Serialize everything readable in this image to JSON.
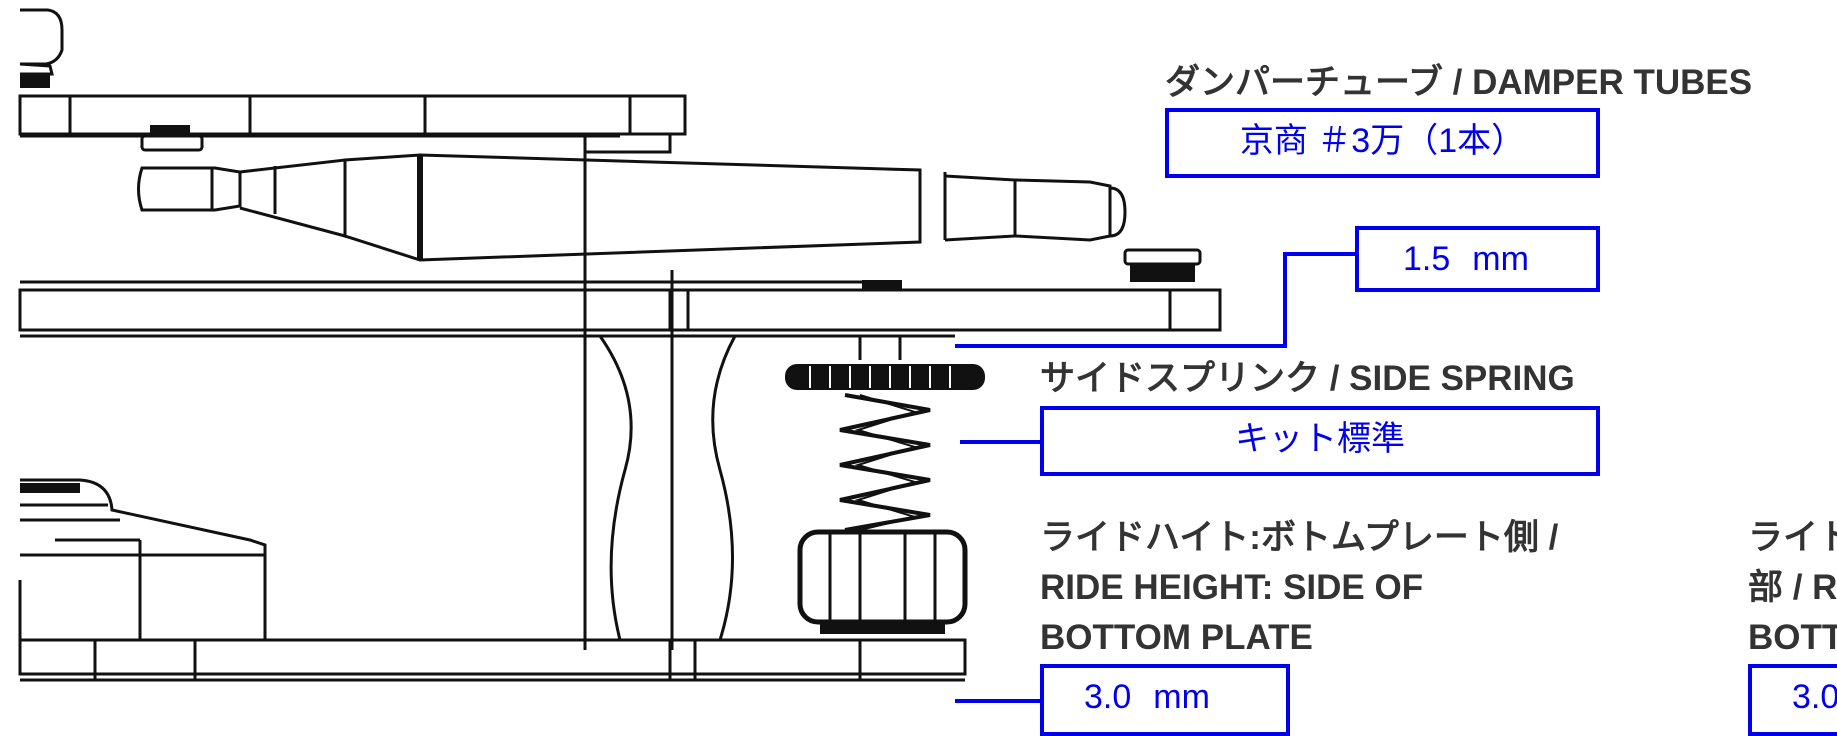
{
  "accent_color": "#0000ee",
  "damper_tubes": {
    "label": "ダンパーチューブ / DAMPER TUBES",
    "value": "京商 ＃3万（1本）"
  },
  "damper_gap": {
    "value": "1.5",
    "unit": "mm"
  },
  "side_spring": {
    "label": "サイドスプリンク / SIDE SPRING",
    "value": "キット標準"
  },
  "ride_height_side": {
    "label_line1": "ライドハイト:ボトムプレート側 /",
    "label_line2": "RIDE HEIGHT: SIDE OF",
    "label_line3": "BOTTOM PLATE",
    "value": "3.0",
    "unit": "mm"
  },
  "ride_height_right": {
    "label_line1": "ライト",
    "label_line2": "部 / R",
    "label_line3": "BOTT",
    "value": "3.0"
  }
}
